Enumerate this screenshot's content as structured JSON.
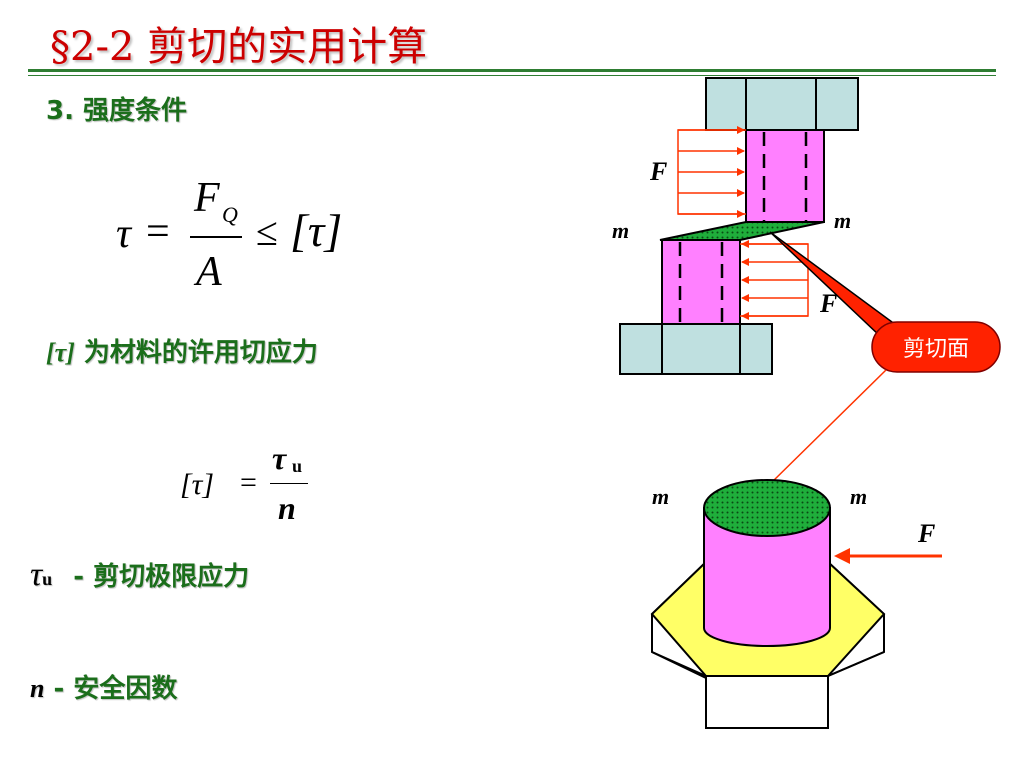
{
  "title": "§2-2 剪切的实用计算",
  "heading": "3. 强度条件",
  "formula1": {
    "lhs": "τ",
    "eq": "=",
    "num_main": "F",
    "num_sub": "Q",
    "den": "A",
    "leq": "≤",
    "rhs": "[τ]"
  },
  "allowable": {
    "symbol": "[τ]",
    "text": "为材料的许用切应力"
  },
  "formula2": {
    "lhs": "[τ]",
    "eq": "=",
    "num_main": "τ",
    "num_sub": "u",
    "den": "n"
  },
  "def_tau_u": {
    "main": "τ",
    "sub": "u",
    "text": "-  剪切极限应力"
  },
  "def_n": {
    "symbol": "n",
    "text": "- 安全因数"
  },
  "diagram": {
    "label_F_top": "F",
    "label_F_bottom": "F",
    "label_m_left": "m",
    "label_m_right": "m",
    "callout": "剪切面",
    "bolt_m_left": "m",
    "bolt_m_right": "m",
    "bolt_F": "F"
  },
  "colors": {
    "title": "#cc0000",
    "text_green": "#1b6e1b",
    "rule": "#2e7d32",
    "plate": "#bfe0e0",
    "pin": "#ff80ff",
    "shear_face": "#1fae3b",
    "nut": "#ffff66",
    "arrow": "#ff3300",
    "callout_fill": "#ff2200"
  }
}
